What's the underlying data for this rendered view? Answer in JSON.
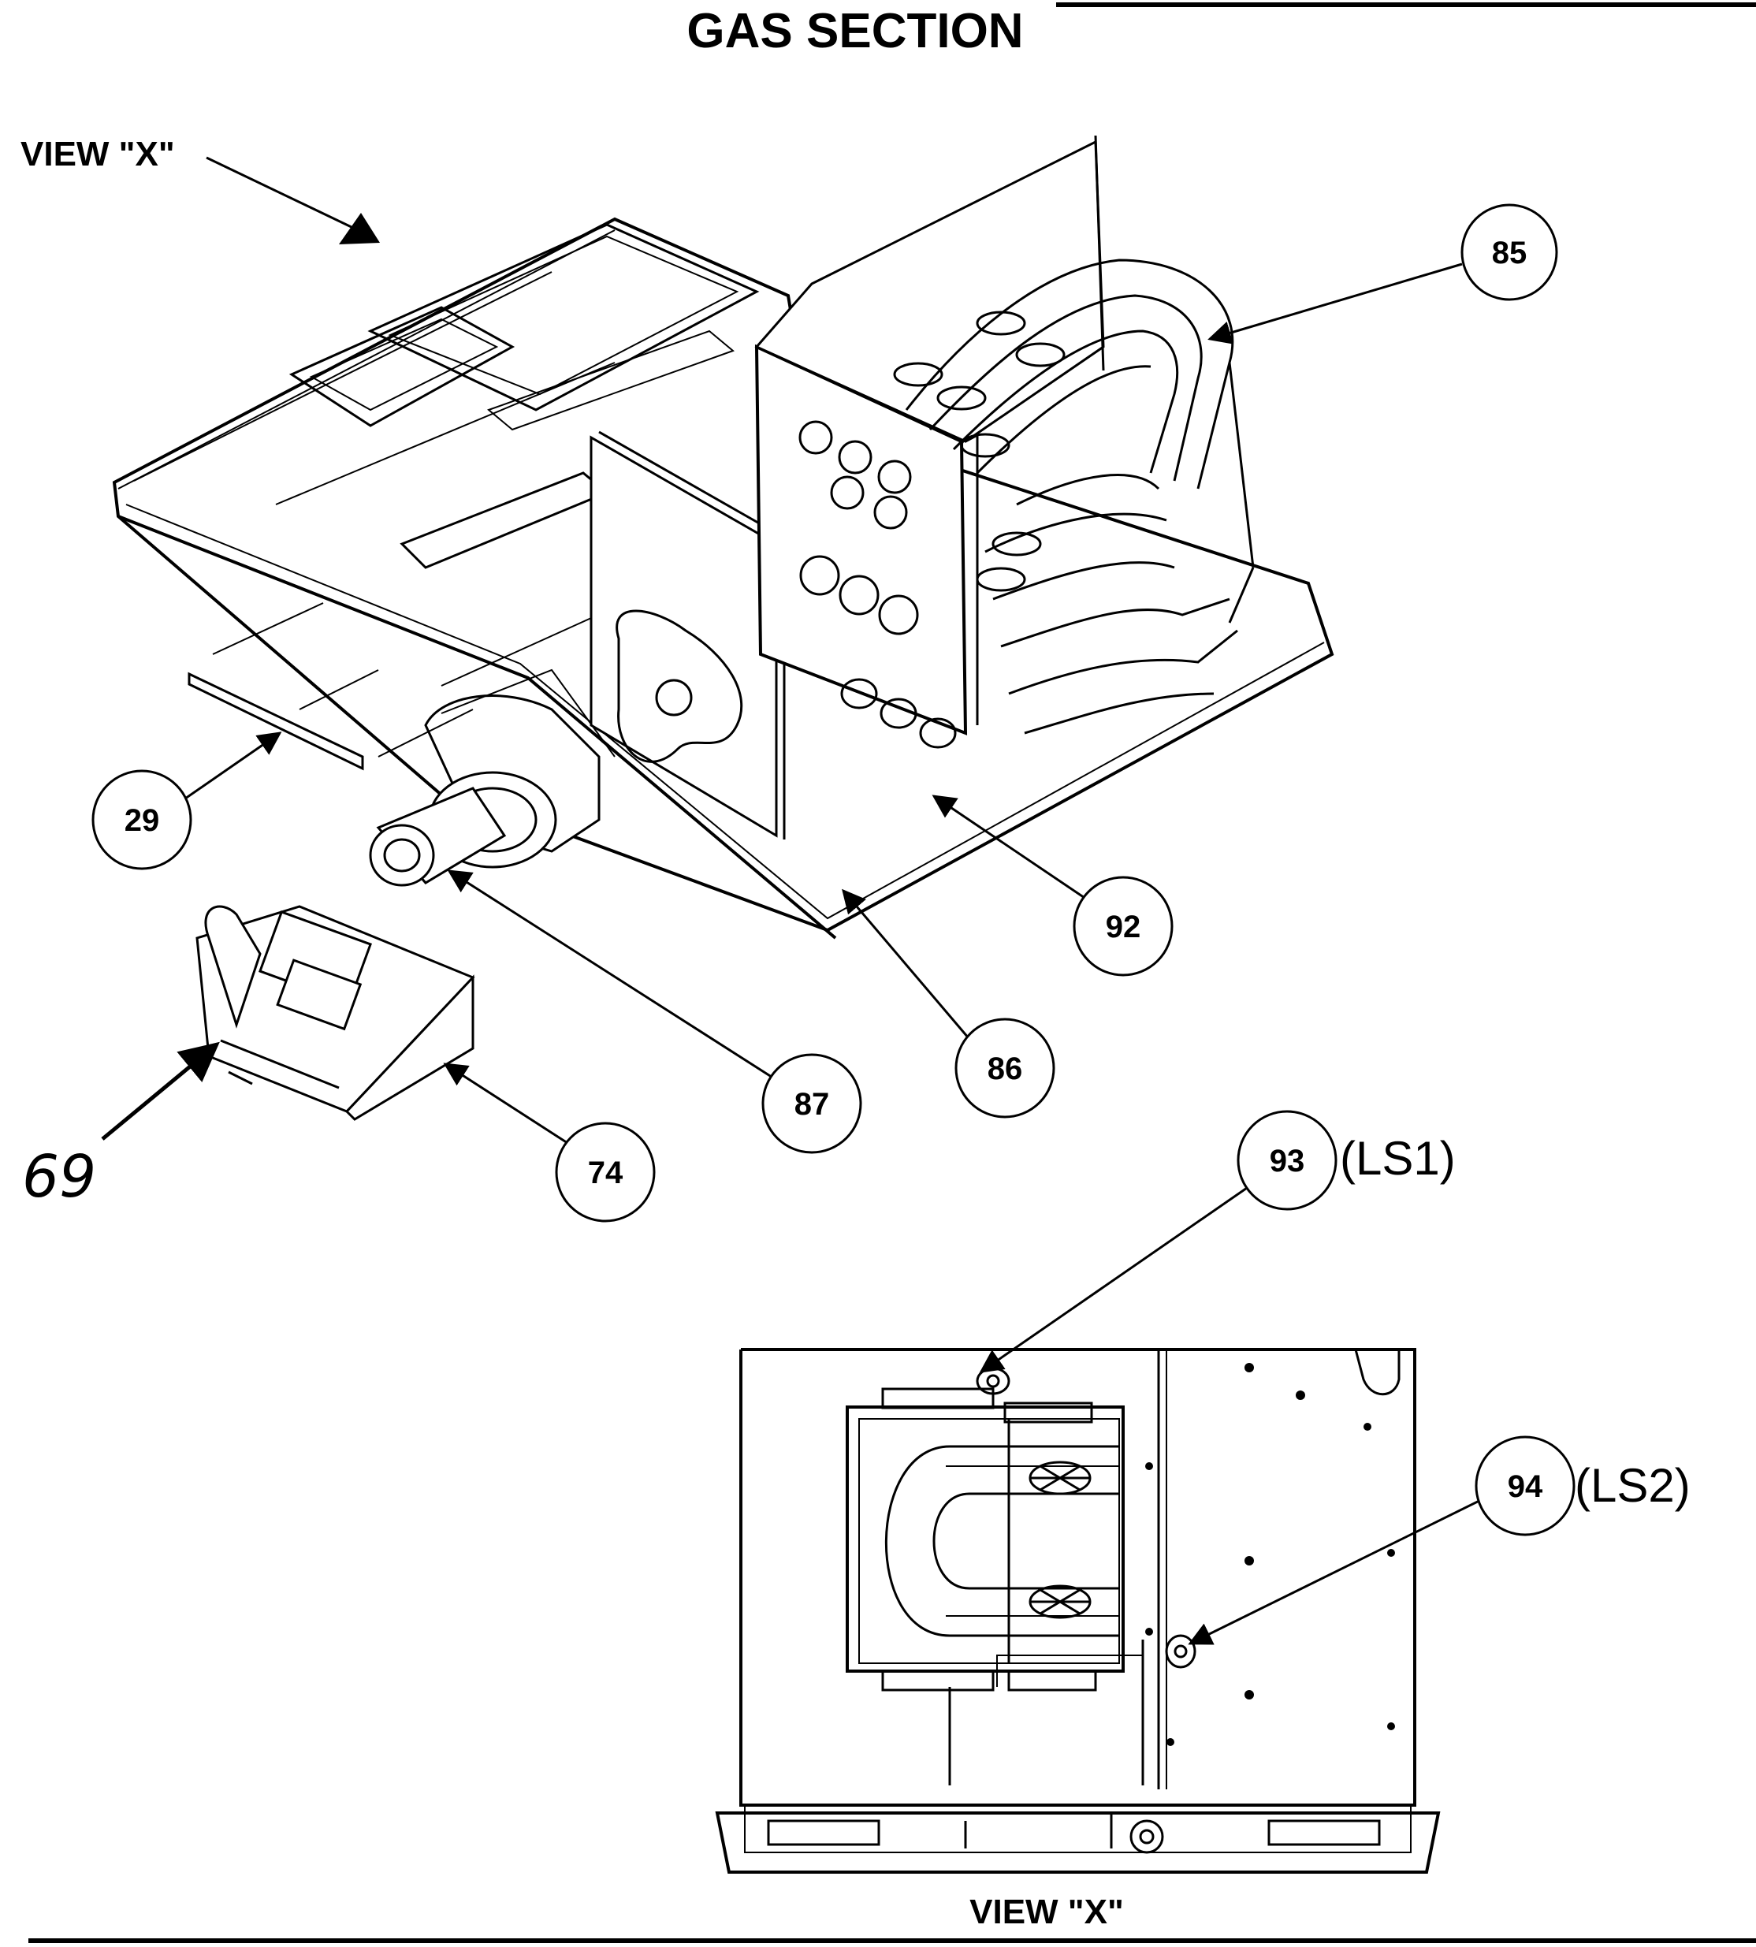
{
  "title": "GAS SECTION",
  "view_label_top": "VIEW \"X\"",
  "view_label_bottom": "VIEW \"X\"",
  "callouts": {
    "c85": "85",
    "c29": "29",
    "c92": "92",
    "c86": "86",
    "c87": "87",
    "c74": "74",
    "c93": "93",
    "c94": "94",
    "c69": "69"
  },
  "limit_switches": {
    "ls1": "(LS1)",
    "ls2": "(LS2)"
  }
}
